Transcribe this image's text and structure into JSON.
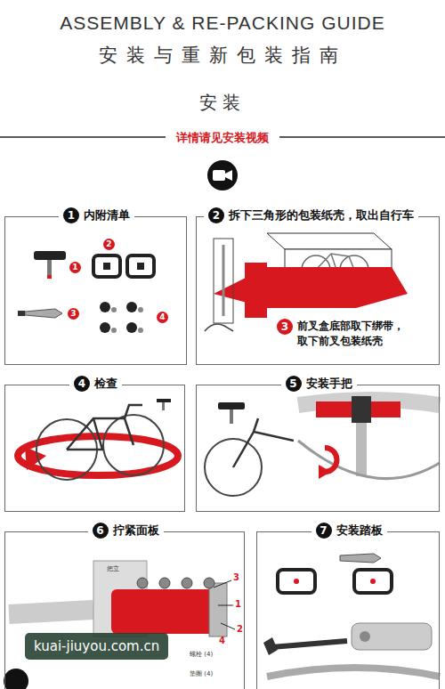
{
  "diagram": {
    "title": "ASSEMBLY & RE-PACKING GUIDE",
    "nodes": [
      {
        "text": [
          "1",
          "内附清单"
        ]
      },
      {
        "text": [
          "2",
          "拆下三角形的包装纸壳，取出自行车",
          "3",
          "前叉盒底部取下绑带，取下前叉包装纸壳"
        ]
      },
      {
        "text": [
          "4",
          "检查"
        ]
      },
      {
        "text": [
          "5",
          "安装手把"
        ]
      },
      {
        "text": [
          "6",
          "拧紧面板"
        ]
      },
      {
        "text": [
          "7",
          "安装踏板"
        ]
      }
    ],
    "labels": [
      "安装与重新包装指南",
      "安装",
      "详情请见安装视频",
      "1",
      "2",
      "3",
      "4",
      "把立",
      "螺栓 (4)",
      "垫圈 (4)",
      "3",
      "1",
      "2",
      "4",
      "kuai-jiuyou.com.cn"
    ]
  }
}
